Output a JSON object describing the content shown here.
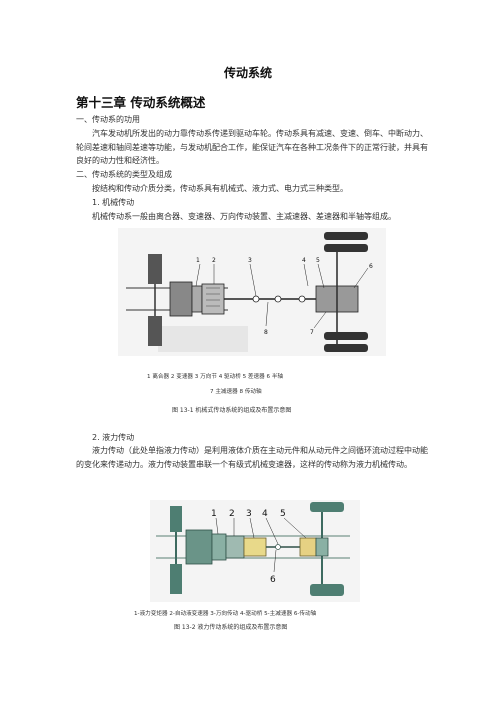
{
  "doc_title": "传动系统",
  "chapter_title": "第十三章  传动系统概述",
  "s1_heading": "一、传动系的功用",
  "s1_para": "汽车发动机所发出的动力靠传动系传递到驱动车轮。传动系具有减速、变速、倒车、中断动力、轮间差速和轴间差速等功能，与发动机配合工作，能保证汽车在各种工况条件下的正常行驶，并具有良好的动力性和经济性。",
  "s2_heading": "二、传动系统的类型及组成",
  "s2_line": "按结构和传动介质分类，传动系具有机械式、液力式、电力式三种类型。",
  "sub1_heading": "1. 机械传动",
  "sub1_line": "机械传动系一般由离合器、变速器、万向传动装置、主减速器、差速器和半轴等组成。",
  "fig1": {
    "numbers": [
      "1",
      "2",
      "3",
      "4",
      "5",
      "6",
      "7",
      "8"
    ],
    "legend_line1": "1 离合器    2 变速器    3 万向节    4 驱动桥    5 差速器    6 半轴",
    "legend_line2": "7 主减速器    8 传动轴",
    "caption": "图 13-1      机械式传动系统的组成及布置示意图"
  },
  "sub2_heading": "2. 液力传动",
  "sub2_para": "液力传动（此处单指液力传动）是利用液体介质在主动元件和从动元件之间循环流动过程中动能的变化来传递动力。液力传动装置串联一个有级式机械变速器，这样的传动称为液力机械传动。",
  "fig2": {
    "numbers": [
      "1",
      "2",
      "3",
      "4",
      "5",
      "6"
    ],
    "legend": "1-液力变矩器  2-自动液变速器  3-万向传动  4-驱动桥  5-主减速器  6-传动轴",
    "caption": "图  13-2      液力传动系统的组成及布置示意图"
  }
}
